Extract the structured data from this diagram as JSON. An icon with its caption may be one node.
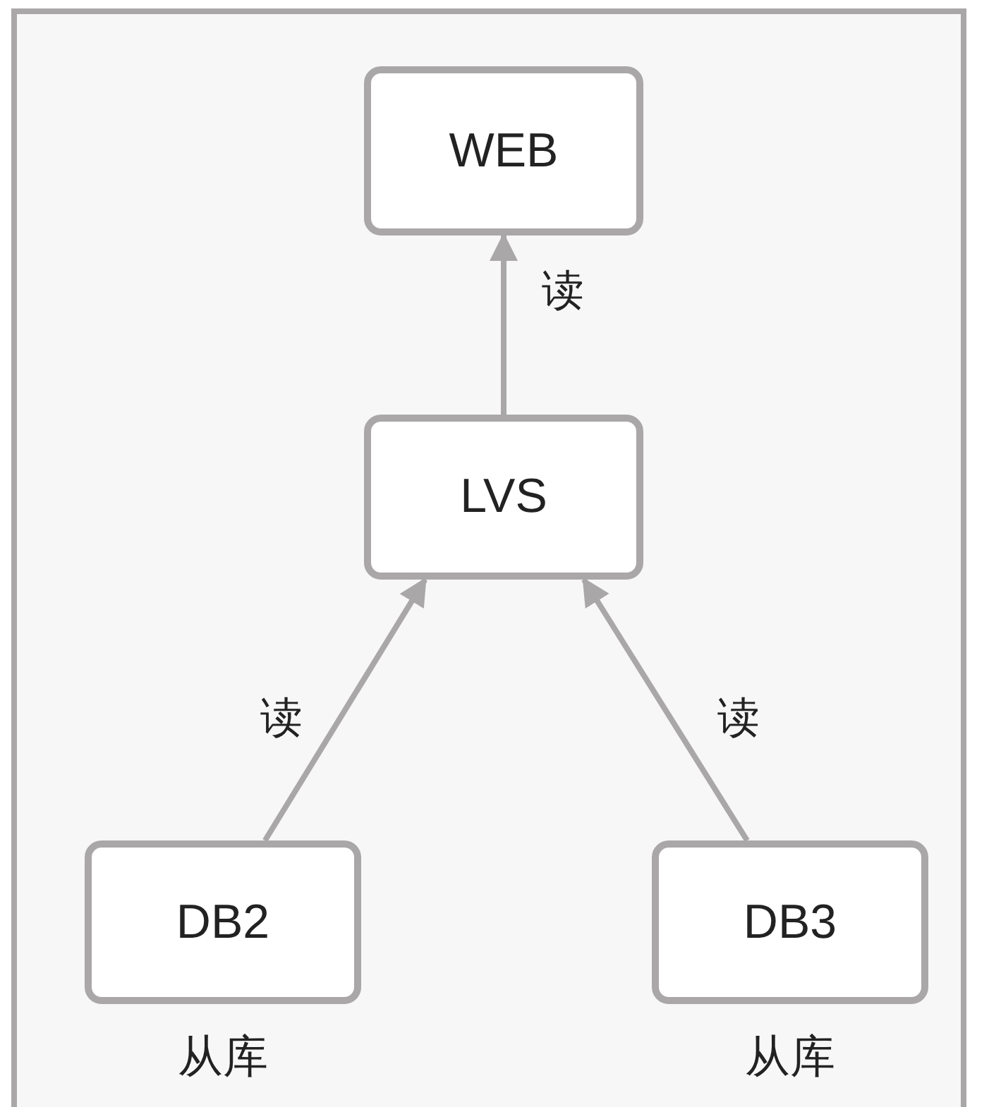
{
  "diagram": {
    "nodes": [
      {
        "text": [
          "WEB"
        ]
      },
      {
        "text": [
          "LVS"
        ]
      },
      {
        "text": [
          "DB2"
        ],
        "beside": [
          "从库"
        ]
      },
      {
        "text": [
          "DB3"
        ],
        "beside": [
          "从库"
        ]
      }
    ],
    "edges": [
      {
        "from": 1,
        "to": 0,
        "arrow": "to",
        "label": "读"
      },
      {
        "from": 2,
        "to": 1,
        "arrow": "to",
        "label": "读"
      },
      {
        "from": 3,
        "to": 1,
        "arrow": "to",
        "label": "读"
      }
    ]
  }
}
